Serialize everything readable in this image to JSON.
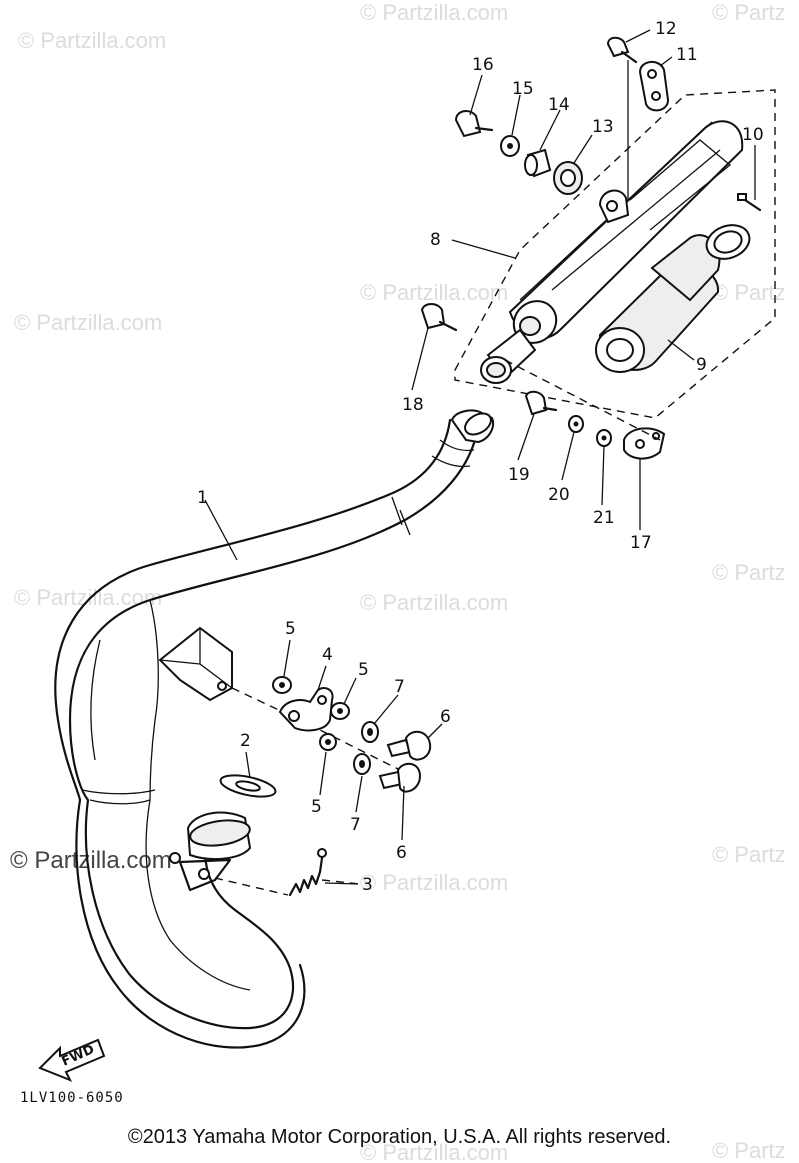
{
  "watermark": "© Partzilla.com",
  "watermark_short": "© Partz",
  "diagram_code": "1LV100-6050",
  "fwd_label": "FWD",
  "copyright": "©2013  Yamaha Motor Corporation, U.S.A. All rights reserved.",
  "callouts": [
    "1",
    "2",
    "3",
    "4",
    "5",
    "5",
    "5",
    "6",
    "6",
    "7",
    "7",
    "8",
    "9",
    "10",
    "11",
    "12",
    "13",
    "14",
    "15",
    "16",
    "17",
    "18",
    "19",
    "20",
    "21"
  ]
}
